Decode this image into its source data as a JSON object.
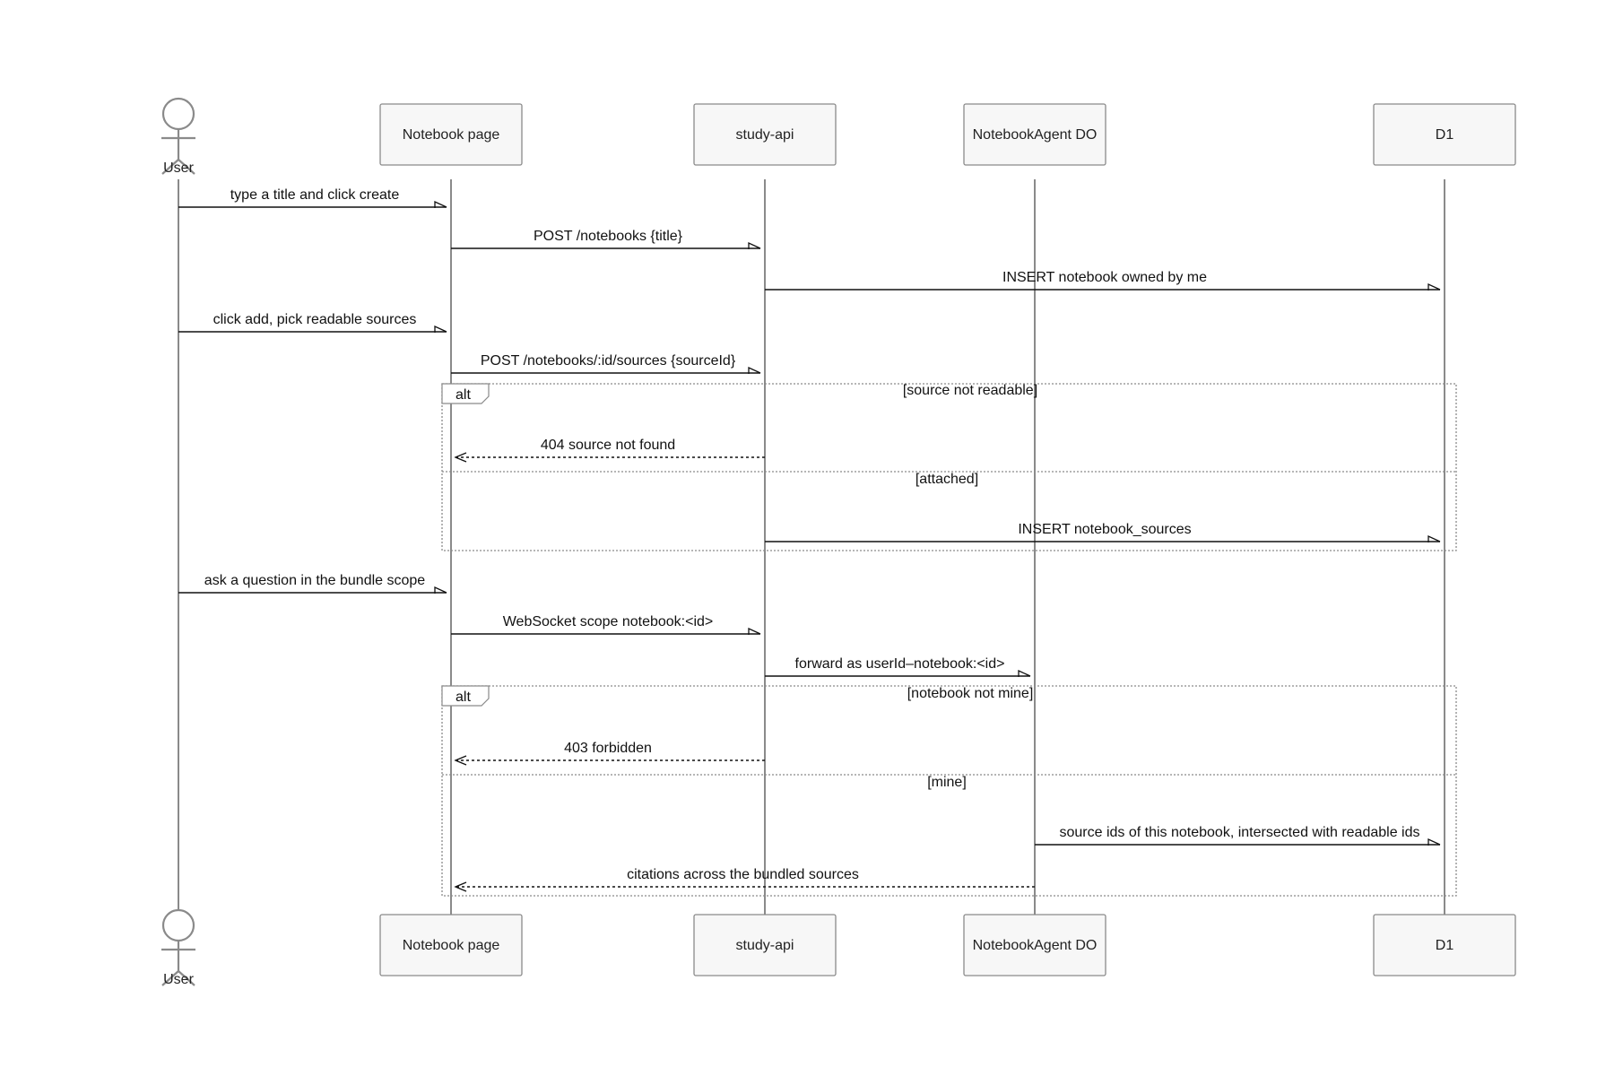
{
  "participants": [
    {
      "id": "user",
      "label": "User",
      "kind": "actor"
    },
    {
      "id": "page",
      "label": "Notebook page",
      "kind": "box"
    },
    {
      "id": "api",
      "label": "study-api",
      "kind": "box"
    },
    {
      "id": "agent",
      "label": "NotebookAgent DO",
      "kind": "box"
    },
    {
      "id": "d1",
      "label": "D1",
      "kind": "box"
    }
  ],
  "messages": [
    {
      "from": "user",
      "to": "page",
      "label": "type a title and click create",
      "style": "solid"
    },
    {
      "from": "page",
      "to": "api",
      "label": "POST /notebooks {title}",
      "style": "solid"
    },
    {
      "from": "api",
      "to": "d1",
      "label": "INSERT notebook owned by me",
      "style": "solid"
    },
    {
      "from": "user",
      "to": "page",
      "label": "click add, pick readable sources",
      "style": "solid"
    },
    {
      "from": "page",
      "to": "api",
      "label": "POST /notebooks/:id/sources {sourceId}",
      "style": "solid"
    },
    {
      "from": "api",
      "to": "page",
      "label": "404 source not found",
      "style": "dashed"
    },
    {
      "from": "api",
      "to": "d1",
      "label": "INSERT notebook_sources",
      "style": "solid"
    },
    {
      "from": "user",
      "to": "page",
      "label": "ask a question in the bundle scope",
      "style": "solid"
    },
    {
      "from": "page",
      "to": "api",
      "label": "WebSocket scope notebook:<id>",
      "style": "solid"
    },
    {
      "from": "api",
      "to": "agent",
      "label": "forward as userId–notebook:<id>",
      "style": "solid"
    },
    {
      "from": "api",
      "to": "page",
      "label": "403 forbidden",
      "style": "dashed"
    },
    {
      "from": "agent",
      "to": "d1",
      "label": "source ids of this notebook, intersected with readable ids",
      "style": "solid"
    },
    {
      "from": "agent",
      "to": "page",
      "label": "citations across the bundled sources",
      "style": "dashed"
    }
  ],
  "fragments": [
    {
      "keyword": "alt",
      "sections": [
        {
          "condition": "[source not readable]",
          "messages": [
            5
          ]
        },
        {
          "condition": "[attached]",
          "messages": [
            6
          ]
        }
      ]
    },
    {
      "keyword": "alt",
      "sections": [
        {
          "condition": "[notebook not mine]",
          "messages": [
            10
          ]
        },
        {
          "condition": "[mine]",
          "messages": [
            11,
            12
          ]
        }
      ]
    }
  ]
}
